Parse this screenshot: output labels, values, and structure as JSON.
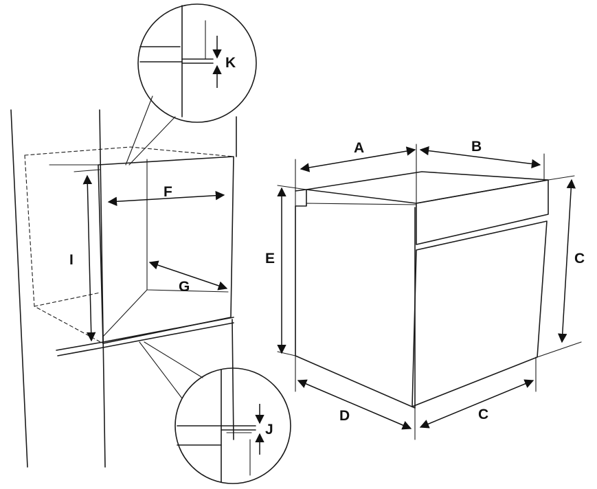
{
  "diagram": {
    "labels": {
      "A": "A",
      "B": "B",
      "C_right": "C",
      "C_bottom": "C",
      "D": "D",
      "E": "E",
      "F": "F",
      "G": "G",
      "I": "I",
      "J": "J",
      "K": "K"
    },
    "colors": {
      "line": "#1a1a1a",
      "steel_dark": "#6e6e6e",
      "steel_light": "#f2f2f2"
    }
  }
}
